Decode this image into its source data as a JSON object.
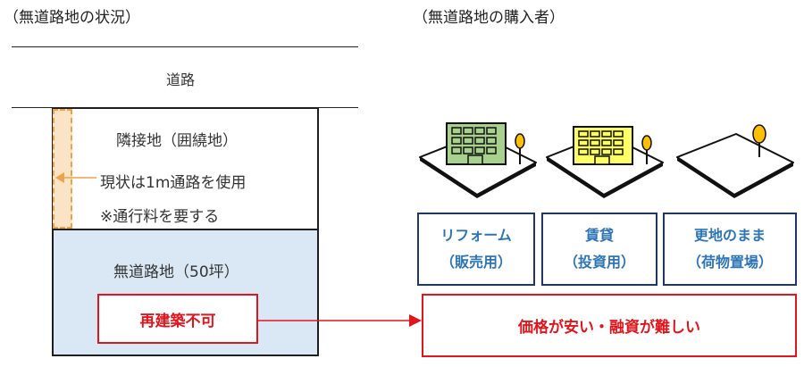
{
  "left_heading": "（無道路地の状況）",
  "right_heading": "（無道路地の購入者）",
  "road_label": "道路",
  "adjacent_land": {
    "title": "隣接地（囲繞地）",
    "note1": "現状は1m通路を使用",
    "note2": "※通行料を要する"
  },
  "landlocked_land": {
    "title": "無道路地（50坪）",
    "status": "再建築不可"
  },
  "buyers": [
    {
      "line1": "リフォーム",
      "line2": "（販売用）",
      "icon": "green-building-icon"
    },
    {
      "line1": "賃貸",
      "line2": "（投資用）",
      "icon": "yellow-building-icon"
    },
    {
      "line1": "更地のまま",
      "line2": "（荷物置場）",
      "icon": "vacant-lot-icon"
    }
  ],
  "result": "価格が安い・融資が難しい",
  "colors": {
    "red": "#e1161c",
    "navy": "#1f3864",
    "blue_text": "#2e75b6",
    "land_fill": "#dae8f5",
    "passage_fill": "#fbe3c6",
    "passage_border": "#f0a24a",
    "building_green": "#a9d18e",
    "building_yellow": "#ffff66"
  }
}
